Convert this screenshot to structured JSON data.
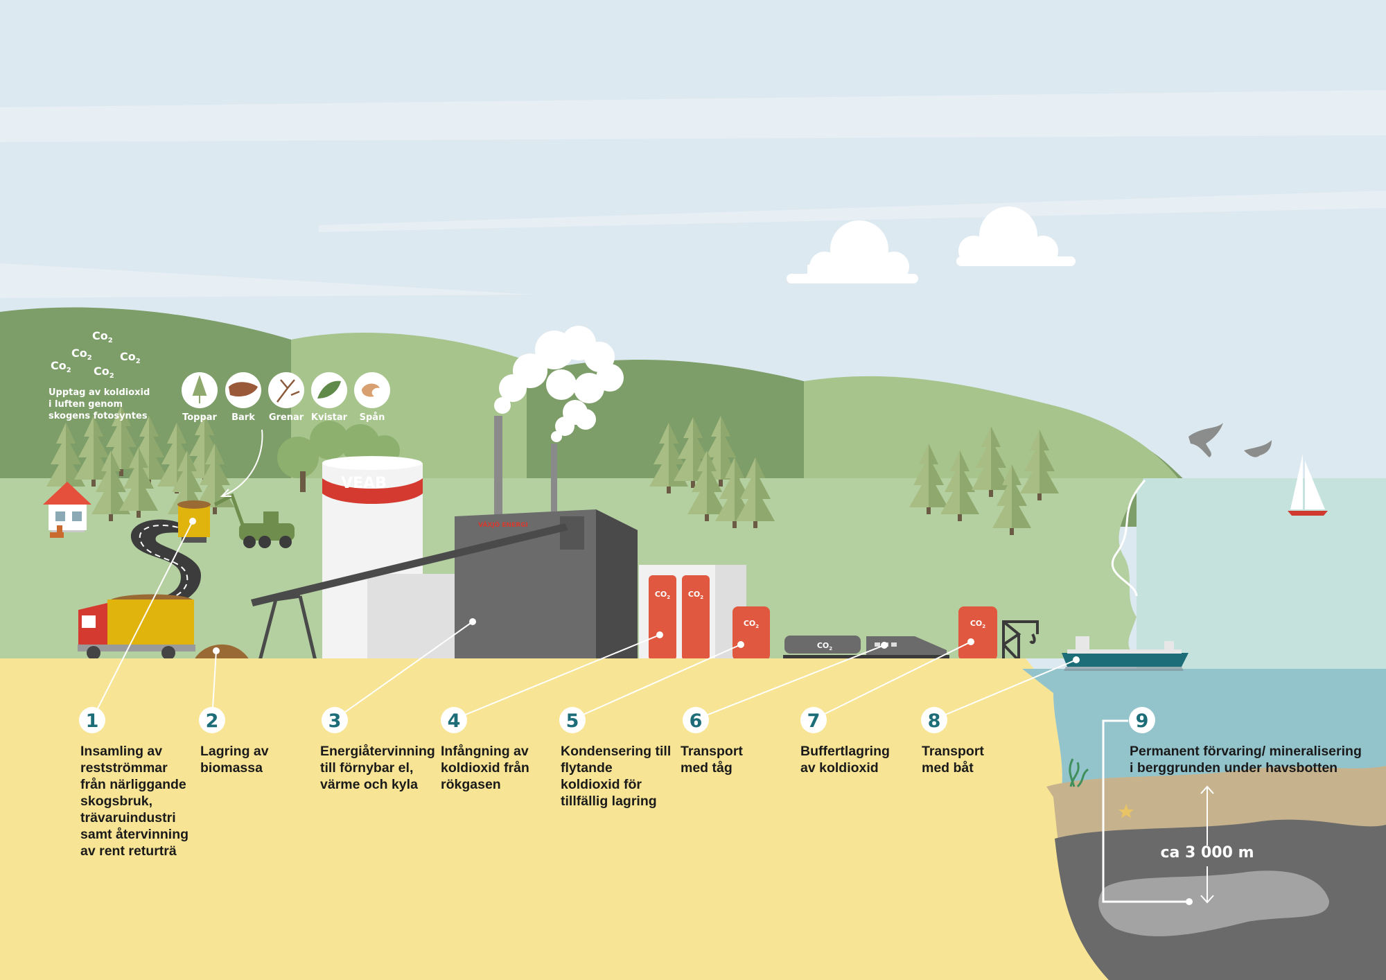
{
  "forest": {
    "uptake_lines": [
      "Upptag av koldioxid",
      "i luften genom",
      "skogens fotosyntes"
    ],
    "co2_symbol": "Co",
    "co2_subscript": "2",
    "categories": [
      {
        "label": "Toppar",
        "icon": "treetop-icon"
      },
      {
        "label": "Bark",
        "icon": "bark-icon"
      },
      {
        "label": "Grenar",
        "icon": "branches-icon"
      },
      {
        "label": "Kvistar",
        "icon": "twigs-icon"
      },
      {
        "label": "Spån",
        "icon": "wood-shavings-icon"
      }
    ]
  },
  "plant": {
    "silo_logo": "VEAB",
    "building_logo": "VÄXJÖ ENERGI",
    "tank_label": "CO",
    "tank_subscript": "2"
  },
  "steps": [
    {
      "number": "1",
      "lines": [
        "Insamling av",
        "restströmmar",
        "från närliggande",
        "skogsbruk,",
        "trävaruindustri",
        "samt återvinning",
        "av rent returträ"
      ]
    },
    {
      "number": "2",
      "lines": [
        "Lagring av",
        "biomassa"
      ]
    },
    {
      "number": "3",
      "lines": [
        "Energiåtervinning",
        "till förnybar el,",
        "värme och kyla"
      ]
    },
    {
      "number": "4",
      "lines": [
        "Infångning av",
        "koldioxid från",
        "rökgasen"
      ]
    },
    {
      "number": "5",
      "lines": [
        "Kondensering till",
        "flytande",
        "koldioxid för",
        "tillfällig lagring"
      ]
    },
    {
      "number": "6",
      "lines": [
        "Transport",
        "med tåg"
      ]
    },
    {
      "number": "7",
      "lines": [
        "Buffertlagring",
        "av koldioxid"
      ]
    },
    {
      "number": "8",
      "lines": [
        "Transport",
        "med båt"
      ]
    },
    {
      "number": "9",
      "lines": [
        "Permanent förvaring/ mineralisering",
        "i berggrunden under havsbotten"
      ]
    }
  ],
  "seabed": {
    "depth_label": "ca 3 000 m"
  },
  "colors": {
    "sky": "#dde9f0",
    "hill_dark": "#7d9d69",
    "hill_light": "#a6c48c",
    "meadow": "#b5d0a0",
    "sand": "#f7e494",
    "sea": "#93c3cb",
    "co2_tank": "#e0583f",
    "number_text": "#1c6d78"
  }
}
